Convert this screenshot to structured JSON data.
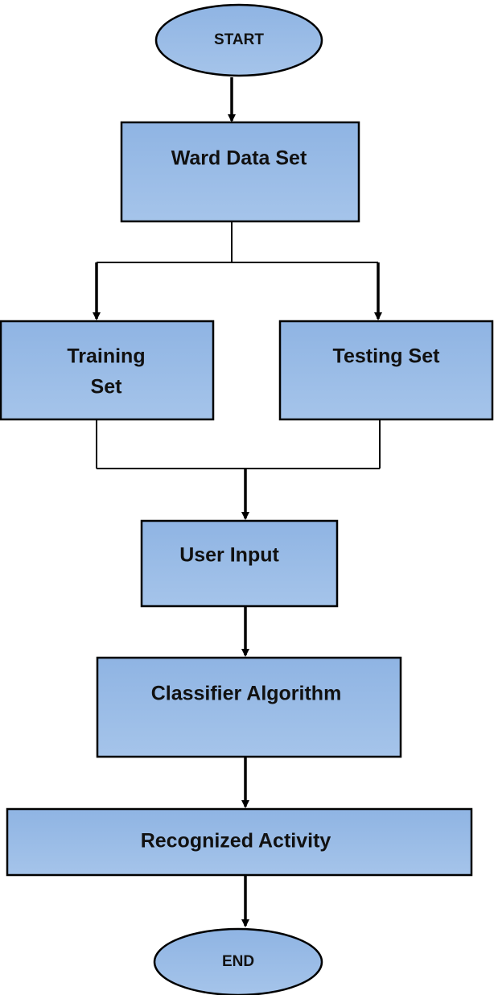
{
  "colors": {
    "box_fill_top": "#8fb4e3",
    "box_fill_bottom": "#a5c4ea",
    "stroke": "#000000",
    "text": "#111111"
  },
  "nodes": {
    "start": {
      "label": "START",
      "shape": "ellipse"
    },
    "ward_data_set": {
      "label": "Ward Data Set",
      "shape": "rectangle"
    },
    "training_set": {
      "label_line1": "Training",
      "label_line2": "Set",
      "shape": "rectangle"
    },
    "testing_set": {
      "label": "Testing Set",
      "shape": "rectangle"
    },
    "user_input": {
      "label": "User Input",
      "shape": "rectangle"
    },
    "classifier_algorithm": {
      "label": "Classifier Algorithm",
      "shape": "rectangle"
    },
    "recognized_activity": {
      "label": "Recognized Activity",
      "shape": "rectangle"
    },
    "end": {
      "label": "END",
      "shape": "ellipse"
    }
  },
  "edges": [
    {
      "from": "start",
      "to": "ward_data_set"
    },
    {
      "from": "ward_data_set",
      "to": "training_set"
    },
    {
      "from": "ward_data_set",
      "to": "testing_set"
    },
    {
      "from": "training_set",
      "to": "user_input"
    },
    {
      "from": "testing_set",
      "to": "user_input"
    },
    {
      "from": "user_input",
      "to": "classifier_algorithm"
    },
    {
      "from": "classifier_algorithm",
      "to": "recognized_activity"
    },
    {
      "from": "recognized_activity",
      "to": "end"
    }
  ]
}
